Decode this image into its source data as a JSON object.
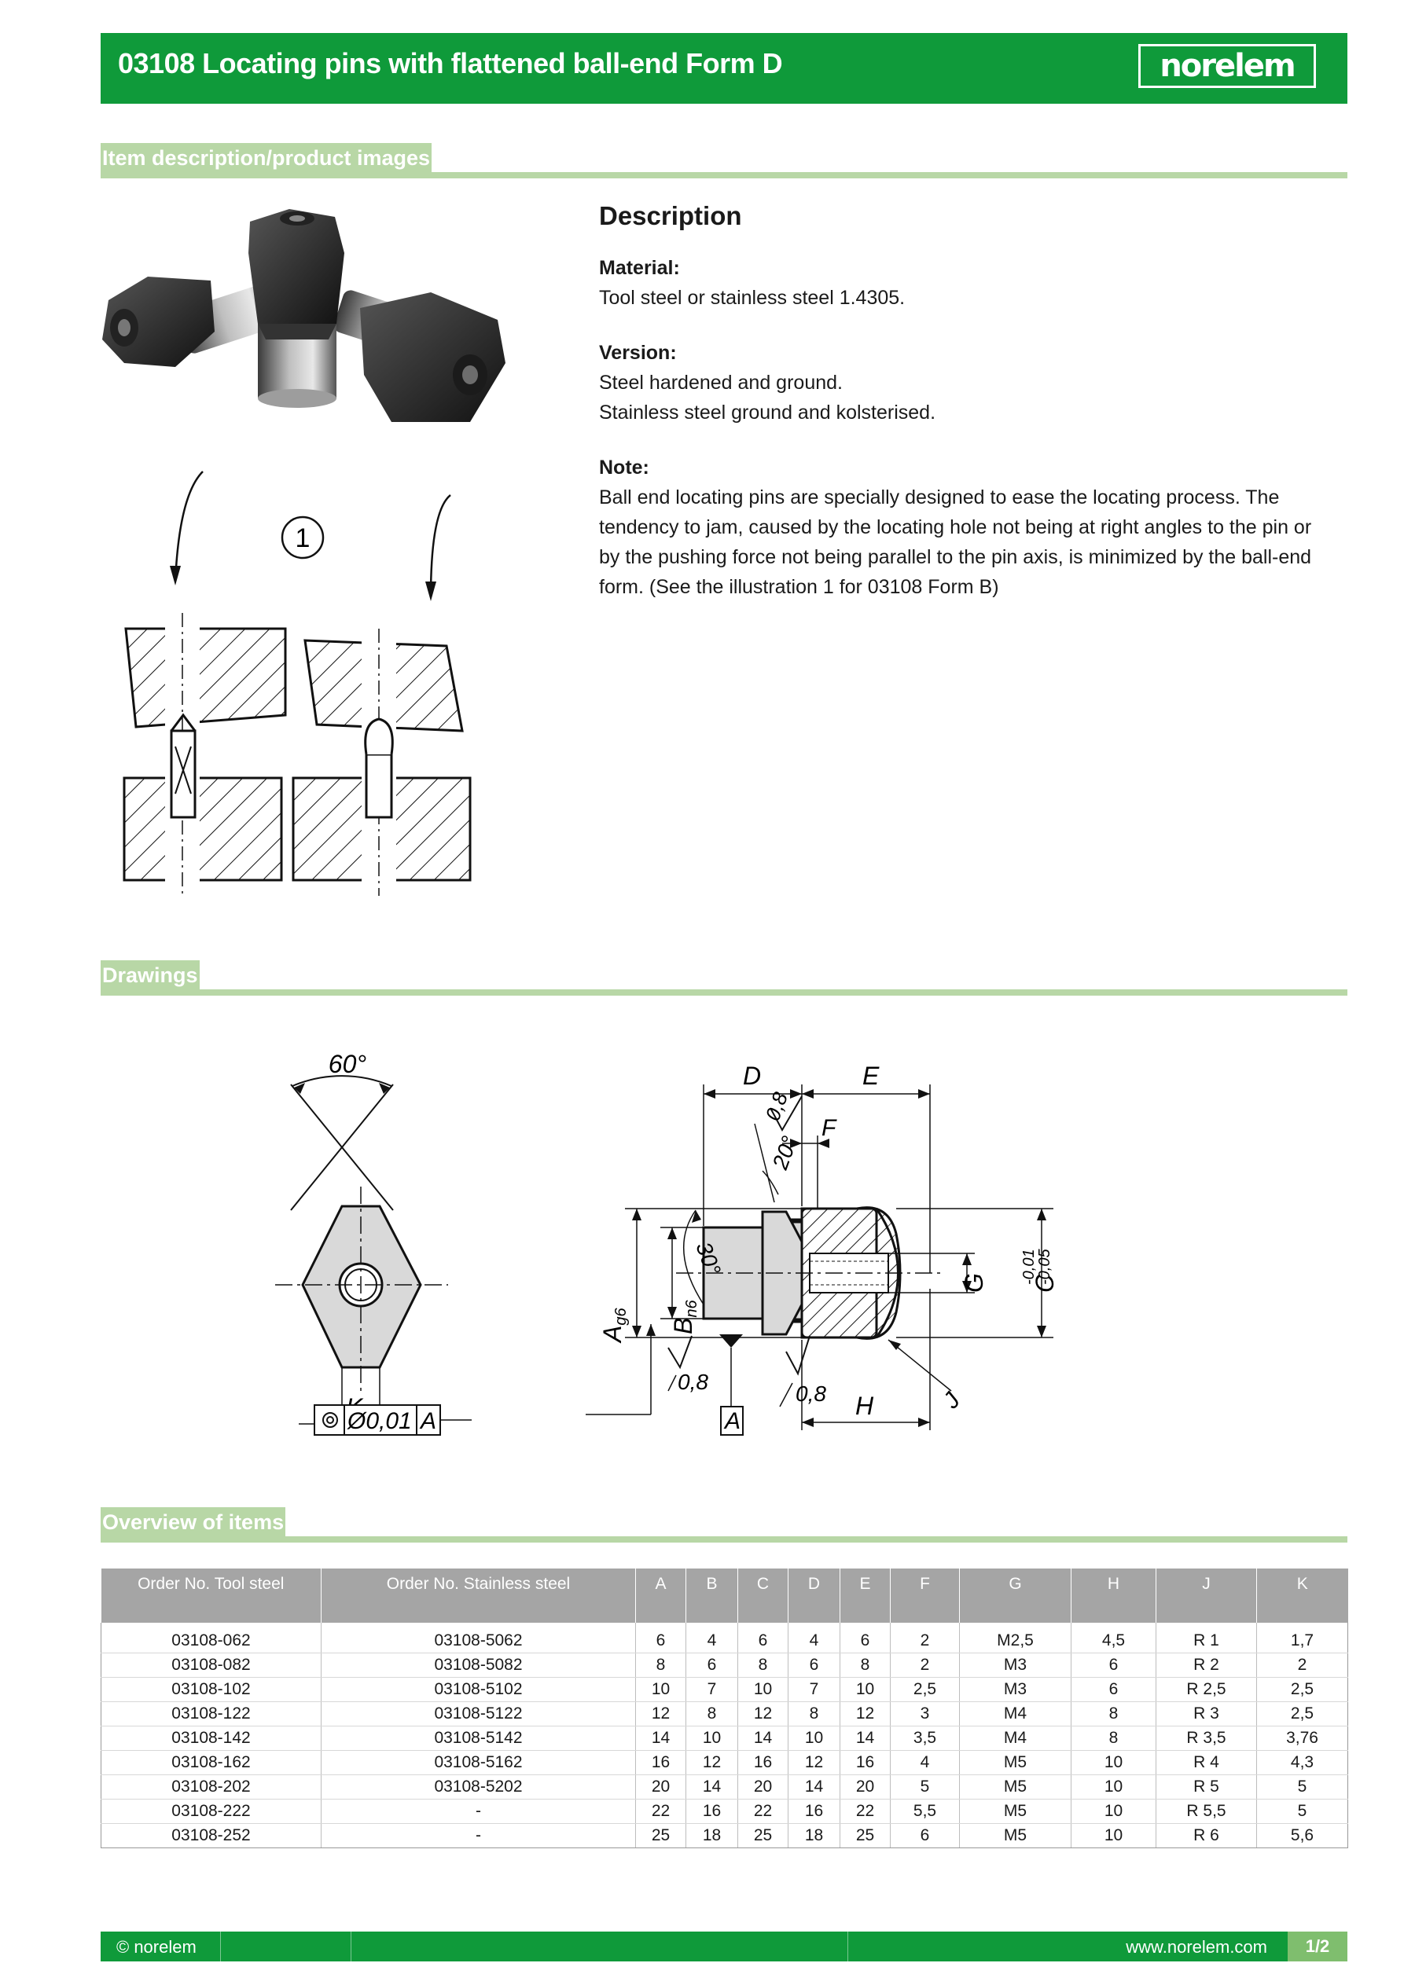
{
  "header": {
    "title": "03108 Locating pins with flattened ball-end Form D",
    "logo_text": "norelem"
  },
  "sections": {
    "item_description": "Item description/product images",
    "drawings": "Drawings",
    "overview": "Overview of items"
  },
  "description": {
    "heading": "Description",
    "material_label": "Material:",
    "material_text": "Tool steel or stainless steel 1.4305.",
    "version_label": "Version:",
    "version_line1": "Steel hardened and ground.",
    "version_line2": "Stainless steel ground and kolsterised.",
    "note_label": "Note:",
    "note_text": "Ball end locating pins are specially designed to ease the locating process. The tendency to jam, caused by the locating hole not being at right angles to the pin or by the pushing force not being parallel to the pin axis, is minimized by the ball-end form. (See the illustration 1 for 03108 Form B)"
  },
  "illustration": {
    "marker": "1"
  },
  "drawing": {
    "angle_60": "60°",
    "K": "K",
    "D": "D",
    "E": "E",
    "F": "F",
    "H": "H",
    "G": "G",
    "J": "J",
    "angle_20": "20°",
    "angle_30": "30°",
    "rough1": "0,8",
    "rough2": "0,8",
    "rough3": "0,8",
    "A_g6": "A",
    "A_sub": "g6",
    "B_n6": "B",
    "B_sub": "n6",
    "C_tol": "C",
    "C_tol_up": "-0,01",
    "C_tol_low": "-0,05",
    "datum": "A",
    "geo_tol": "Ø0,01",
    "geo_ref": "A"
  },
  "table": {
    "headers": [
      "Order No. Tool steel",
      "Order No. Stainless steel",
      "A",
      "B",
      "C",
      "D",
      "E",
      "F",
      "G",
      "H",
      "J",
      "K"
    ],
    "rows": [
      [
        "03108-062",
        "03108-5062",
        "6",
        "4",
        "6",
        "4",
        "6",
        "2",
        "M2,5",
        "4,5",
        "R 1",
        "1,7"
      ],
      [
        "03108-082",
        "03108-5082",
        "8",
        "6",
        "8",
        "6",
        "8",
        "2",
        "M3",
        "6",
        "R 2",
        "2"
      ],
      [
        "03108-102",
        "03108-5102",
        "10",
        "7",
        "10",
        "7",
        "10",
        "2,5",
        "M3",
        "6",
        "R 2,5",
        "2,5"
      ],
      [
        "03108-122",
        "03108-5122",
        "12",
        "8",
        "12",
        "8",
        "12",
        "3",
        "M4",
        "8",
        "R 3",
        "2,5"
      ],
      [
        "03108-142",
        "03108-5142",
        "14",
        "10",
        "14",
        "10",
        "14",
        "3,5",
        "M4",
        "8",
        "R 3,5",
        "3,76"
      ],
      [
        "03108-162",
        "03108-5162",
        "16",
        "12",
        "16",
        "12",
        "16",
        "4",
        "M5",
        "10",
        "R 4",
        "4,3"
      ],
      [
        "03108-202",
        "03108-5202",
        "20",
        "14",
        "20",
        "14",
        "20",
        "5",
        "M5",
        "10",
        "R 5",
        "5"
      ],
      [
        "03108-222",
        "-",
        "22",
        "16",
        "22",
        "16",
        "22",
        "5,5",
        "M5",
        "10",
        "R 5,5",
        "5"
      ],
      [
        "03108-252",
        "-",
        "25",
        "18",
        "25",
        "18",
        "25",
        "6",
        "M5",
        "10",
        "R 6",
        "5,6"
      ]
    ]
  },
  "footer": {
    "copyright": "© norelem",
    "website": "www.norelem.com",
    "page": "1/2"
  }
}
